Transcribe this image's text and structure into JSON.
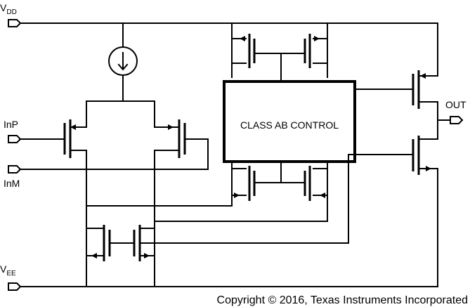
{
  "labels": {
    "vdd": {
      "main": "V",
      "sub": "DD"
    },
    "vee": {
      "main": "V",
      "sub": "EE"
    },
    "inp": "InP",
    "inm": "InM",
    "out": "OUT",
    "block": "CLASS AB CONTROL",
    "copyright": "Copyright © 2016, Texas Instruments Incorporated"
  },
  "icons": {
    "current_source": "current-source-down-arrow",
    "pin": "input-pin-arrow"
  }
}
